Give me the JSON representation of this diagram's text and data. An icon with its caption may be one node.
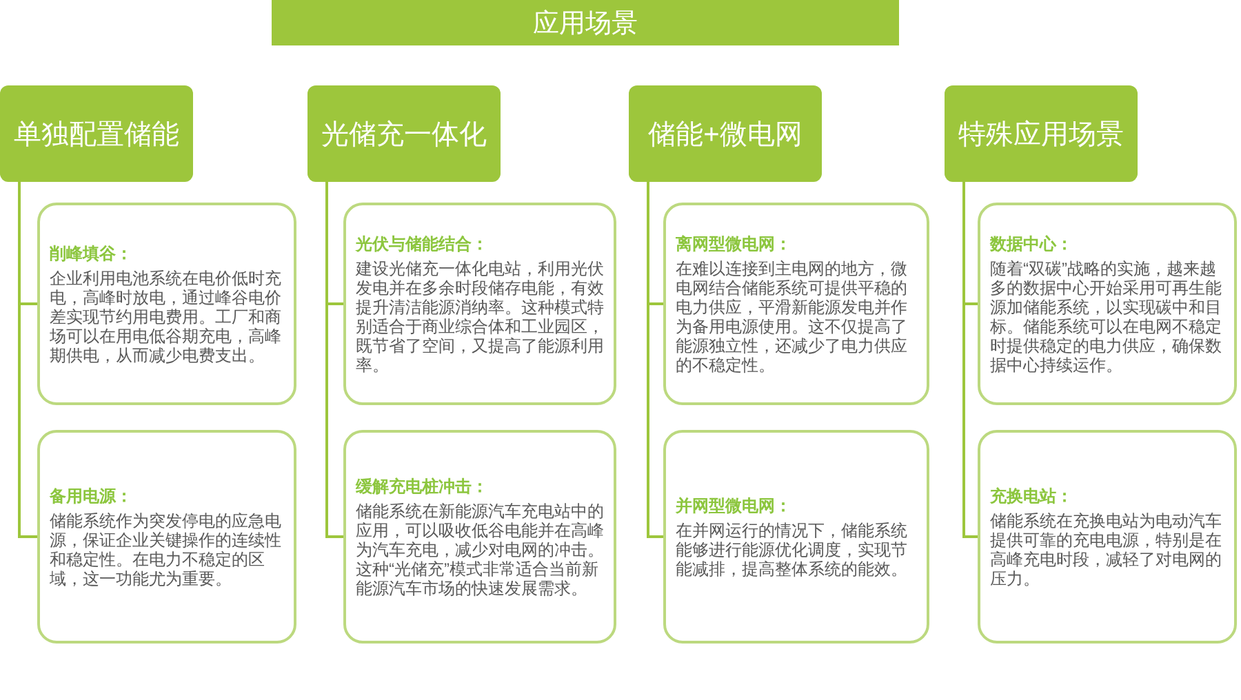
{
  "diagram": {
    "nodes": [
      {
        "text": [
          "应用场景"
        ]
      },
      {
        "text": [
          "单独配置储能"
        ]
      },
      {
        "text": [
          "削峰填谷：",
          "企业利用电池系统在电价低时充电，高峰时放电，通过峰谷电价差实现节约用电费用。工厂和商场可以在用电低谷期充电，高峰期供电，从而减少电费支出。"
        ]
      },
      {
        "text": [
          "备用电源：",
          "储能系统作为突发停电的应急电源，保证企业关键操作的连续性和稳定性。在电力不稳定的区域，这一功能尤为重要。"
        ]
      },
      {
        "text": [
          "光储充一体化"
        ]
      },
      {
        "text": [
          "光伏与储能结合：",
          "建设光储充一体化电站，利用光伏发电并在多余时段储存电能，有效提升清洁能源消纳率。这种模式特别适合于商业综合体和工业园区，既节省了空间，又提高了能源利用率。"
        ]
      },
      {
        "text": [
          "缓解充电桩冲击：",
          "储能系统在新能源汽车充电站中的应用，可以吸收低谷电能并在高峰为汽车充电，减少对电网的冲击。这种“光储充”模式非常适合当前新能源汽车市场的快速发展需求。"
        ]
      },
      {
        "text": [
          "储能+微电网"
        ]
      },
      {
        "text": [
          "离网型微电网：",
          "在难以连接到主电网的地方，微电网结合储能系统可提供平稳的电力供应，平滑新能源发电并作为备用电源使用。这不仅提高了能源独立性，还减少了电力供应的不稳定性。"
        ]
      },
      {
        "text": [
          "并网型微电网：",
          "在并网运行的情况下，储能系统能够进行能源优化调度，实现节能减排，提高整体系统的能效。"
        ]
      },
      {
        "text": [
          "特殊应用场景"
        ]
      },
      {
        "text": [
          "数据中心：",
          "随着“双碳”战略的实施，越来越多的数据中心开始采用可再生能源加储能系统，以实现碳中和目标。储能系统可以在电网不稳定时提供稳定的电力供应，确保数据中心持续运作。"
        ]
      },
      {
        "text": [
          "充换电站：",
          "储能系统在充换电站为电动汽车提供可靠的充电电源，特别是在高峰充电时段，减轻了对电网的压力。"
        ]
      }
    ],
    "edges": [
      {
        "from": 1,
        "to": 2,
        "arrow": "none"
      },
      {
        "from": 1,
        "to": 3,
        "arrow": "none"
      },
      {
        "from": 4,
        "to": 5,
        "arrow": "none"
      },
      {
        "from": 4,
        "to": 6,
        "arrow": "none"
      },
      {
        "from": 7,
        "to": 8,
        "arrow": "none"
      },
      {
        "from": 7,
        "to": 9,
        "arrow": "none"
      },
      {
        "from": 10,
        "to": 11,
        "arrow": "none"
      },
      {
        "from": 10,
        "to": 12,
        "arrow": "none"
      }
    ]
  }
}
